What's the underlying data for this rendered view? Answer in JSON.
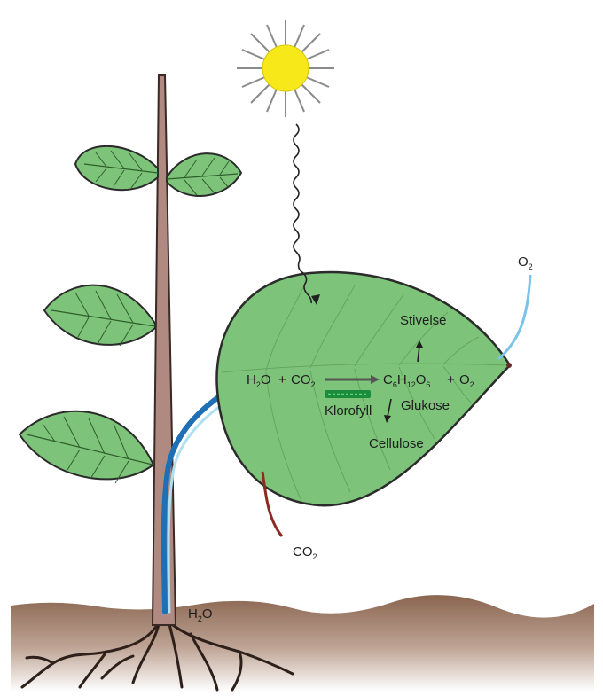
{
  "diagram": {
    "equation": {
      "reactant_water": {
        "base": "H",
        "sub": "2",
        "tail": "O"
      },
      "plus_1": "+",
      "reactant_co2": {
        "base": "CO",
        "sub": "2"
      },
      "product_glucose_formula": {
        "c": "C",
        "c_sub": "6",
        "h": "H",
        "h_sub": "12",
        "o": "O",
        "o_sub": "6"
      },
      "plus_2": "+",
      "product_o2": {
        "base": "O",
        "sub": "2"
      }
    },
    "labels": {
      "chlorophyll": "Klorofyll",
      "starch": "Stivelse",
      "glucose": "Glukose",
      "cellulose": "Cellulose",
      "o2_out": {
        "base": "O",
        "sub": "2"
      },
      "co2_in": {
        "base": "CO",
        "sub": "2"
      },
      "h2o_in": {
        "base": "H",
        "sub": "2",
        "tail": "O"
      }
    },
    "colors": {
      "leaf_fill": "#7dc47a",
      "leaf_stroke": "#2b2b2b",
      "vein": "#2f5d2c",
      "stem": "#b08a80",
      "soil_top": "#8a6550",
      "soil_bottom": "#ffffff",
      "sun": "#f7e81a",
      "sun_rays": "#8a8a8a",
      "water_tube": "#1f6fb5",
      "o2_line": "#7cc3ea",
      "co2_line": "#8b2b22",
      "chlorophyll_bar": "#1a8c3c",
      "root": "#2d1f1a"
    }
  }
}
